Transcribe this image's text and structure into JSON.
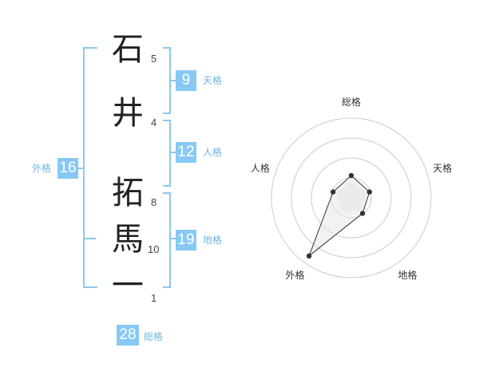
{
  "name_chars": [
    {
      "char": "石",
      "strokes": "5"
    },
    {
      "char": "井",
      "strokes": "4"
    },
    {
      "char": "拓",
      "strokes": "8"
    },
    {
      "char": "馬",
      "strokes": "10"
    },
    {
      "char": "一",
      "strokes": "1"
    }
  ],
  "kakusu": {
    "tenkaku": {
      "value": "9",
      "label": "天格"
    },
    "jinkaku": {
      "value": "12",
      "label": "人格"
    },
    "chikaku": {
      "value": "19",
      "label": "地格"
    },
    "gaikaku": {
      "value": "16",
      "label": "外格"
    },
    "soukaku": {
      "value": "28",
      "label": "総格"
    }
  },
  "chart_data": {
    "type": "radar",
    "axes": [
      "総格",
      "天格",
      "地格",
      "外格",
      "人格"
    ],
    "values": [
      28,
      9,
      19,
      16,
      12
    ],
    "points_fraction": [
      0.28,
      0.24,
      0.24,
      0.9,
      0.24
    ],
    "rings": 4,
    "colors": {
      "line": "#333333",
      "ring": "#cccccc",
      "fill": "#eeeeee"
    }
  },
  "colors": {
    "accent": "#87c9f3",
    "bracket": "#8dc8ee",
    "label": "#6fb6e4"
  }
}
